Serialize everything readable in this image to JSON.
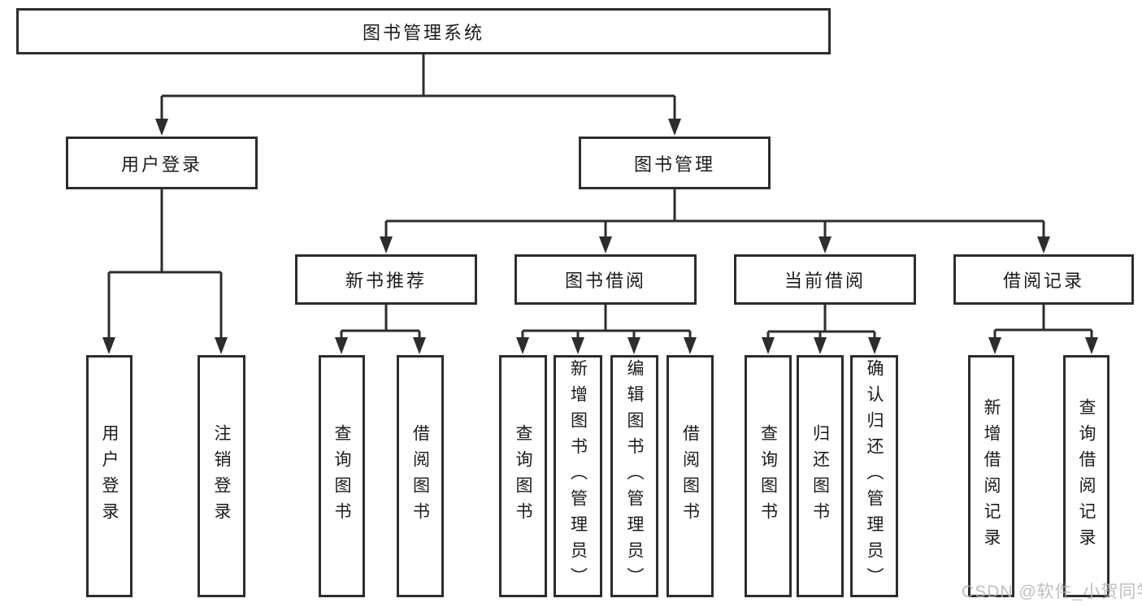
{
  "diagram": {
    "tree": {
      "label": "图书管理系统",
      "children": [
        {
          "label": "用户登录",
          "children": [
            {
              "label": "用户登录"
            },
            {
              "label": "注销登录"
            }
          ]
        },
        {
          "label": "图书管理",
          "children": [
            {
              "label": "新书推荐",
              "children": [
                {
                  "label": "查询图书"
                },
                {
                  "label": "借阅图书"
                }
              ]
            },
            {
              "label": "图书借阅",
              "children": [
                {
                  "label": "查询图书"
                },
                {
                  "label": "新增图书（管理员）"
                },
                {
                  "label": "编辑图书（管理员）"
                },
                {
                  "label": "借阅图书"
                }
              ]
            },
            {
              "label": "当前借阅",
              "children": [
                {
                  "label": "查询图书"
                },
                {
                  "label": "归还图书"
                },
                {
                  "label": "确认归还（管理员）"
                }
              ]
            },
            {
              "label": "借阅记录",
              "children": [
                {
                  "label": "新增借阅记录"
                },
                {
                  "label": "查询借阅记录"
                }
              ]
            }
          ]
        }
      ]
    }
  },
  "watermark": {
    "text": "CSDN @软件_小贺同学"
  },
  "colors": {
    "line": "#2d2d2d",
    "text": "#1b1b1b",
    "background": "#ffffff",
    "watermark": "#b4b4b4"
  }
}
